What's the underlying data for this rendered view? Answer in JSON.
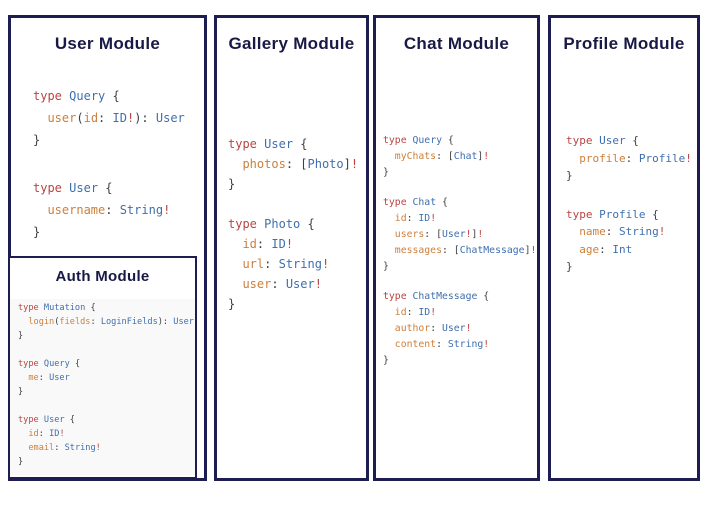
{
  "page": {
    "background": "#ffffff"
  },
  "colors": {
    "border": "#1d1d52",
    "heading": "#191946",
    "keyword": "#b94442",
    "type_name": "#3f6fae",
    "field": "#cd7f3a",
    "punct": "#3f3f3f",
    "auth_bg": "#f9f9f9"
  },
  "modules": {
    "user": {
      "title": "User Module",
      "groups": [
        [
          [
            [
              "type",
              "k"
            ],
            [
              " ",
              "p"
            ],
            [
              "Query",
              "t"
            ],
            [
              " {",
              "p"
            ]
          ],
          [
            [
              "  ",
              "p"
            ],
            [
              "user",
              "f"
            ],
            [
              "(",
              "p"
            ],
            [
              "id",
              "f"
            ],
            [
              ": ",
              "p"
            ],
            [
              "ID",
              "t"
            ],
            [
              "!",
              "k"
            ],
            [
              "): ",
              "p"
            ],
            [
              "User",
              "t"
            ]
          ],
          [
            [
              "}",
              "p"
            ]
          ]
        ],
        [
          [
            [
              "type",
              "k"
            ],
            [
              " ",
              "p"
            ],
            [
              "User",
              "t"
            ],
            [
              " {",
              "p"
            ]
          ],
          [
            [
              "  ",
              "p"
            ],
            [
              "username",
              "f"
            ],
            [
              ": ",
              "p"
            ],
            [
              "String",
              "t"
            ],
            [
              "!",
              "k"
            ]
          ],
          [
            [
              "}",
              "p"
            ]
          ]
        ]
      ],
      "auth": {
        "title": "Auth Module",
        "groups": [
          [
            [
              [
                "type",
                "k"
              ],
              [
                " ",
                "p"
              ],
              [
                "Mutation",
                "t"
              ],
              [
                " {",
                "p"
              ]
            ],
            [
              [
                "  ",
                "p"
              ],
              [
                "login",
                "f"
              ],
              [
                "(",
                "p"
              ],
              [
                "fields",
                "f"
              ],
              [
                ": ",
                "p"
              ],
              [
                "LoginFields",
                "t"
              ],
              [
                "): ",
                "p"
              ],
              [
                "User",
                "t"
              ]
            ],
            [
              [
                "}",
                "p"
              ]
            ]
          ],
          [
            [
              [
                "type",
                "k"
              ],
              [
                " ",
                "p"
              ],
              [
                "Query",
                "t"
              ],
              [
                " {",
                "p"
              ]
            ],
            [
              [
                "  ",
                "p"
              ],
              [
                "me",
                "f"
              ],
              [
                ": ",
                "p"
              ],
              [
                "User",
                "t"
              ]
            ],
            [
              [
                "}",
                "p"
              ]
            ]
          ],
          [
            [
              [
                "type",
                "k"
              ],
              [
                " ",
                "p"
              ],
              [
                "User",
                "t"
              ],
              [
                " {",
                "p"
              ]
            ],
            [
              [
                "  ",
                "p"
              ],
              [
                "id",
                "f"
              ],
              [
                ": ",
                "p"
              ],
              [
                "ID",
                "t"
              ],
              [
                "!",
                "k"
              ]
            ],
            [
              [
                "  ",
                "p"
              ],
              [
                "email",
                "f"
              ],
              [
                ": ",
                "p"
              ],
              [
                "String",
                "t"
              ],
              [
                "!",
                "k"
              ]
            ],
            [
              [
                "}",
                "p"
              ]
            ]
          ]
        ]
      }
    },
    "gallery": {
      "title": "Gallery Module",
      "groups": [
        [
          [
            [
              "type",
              "k"
            ],
            [
              " ",
              "p"
            ],
            [
              "User",
              "t"
            ],
            [
              " {",
              "p"
            ]
          ],
          [
            [
              "  ",
              "p"
            ],
            [
              "photos",
              "f"
            ],
            [
              ": [",
              "p"
            ],
            [
              "Photo",
              "t"
            ],
            [
              "]",
              "p"
            ],
            [
              "!",
              "k"
            ]
          ],
          [
            [
              "}",
              "p"
            ]
          ]
        ],
        [
          [
            [
              "type",
              "k"
            ],
            [
              " ",
              "p"
            ],
            [
              "Photo",
              "t"
            ],
            [
              " {",
              "p"
            ]
          ],
          [
            [
              "  ",
              "p"
            ],
            [
              "id",
              "f"
            ],
            [
              ": ",
              "p"
            ],
            [
              "ID",
              "t"
            ],
            [
              "!",
              "k"
            ]
          ],
          [
            [
              "  ",
              "p"
            ],
            [
              "url",
              "f"
            ],
            [
              ": ",
              "p"
            ],
            [
              "String",
              "t"
            ],
            [
              "!",
              "k"
            ]
          ],
          [
            [
              "  ",
              "p"
            ],
            [
              "user",
              "f"
            ],
            [
              ": ",
              "p"
            ],
            [
              "User",
              "t"
            ],
            [
              "!",
              "k"
            ]
          ],
          [
            [
              "}",
              "p"
            ]
          ]
        ]
      ]
    },
    "chat": {
      "title": "Chat Module",
      "groups": [
        [
          [
            [
              "type",
              "k"
            ],
            [
              " ",
              "p"
            ],
            [
              "Query",
              "t"
            ],
            [
              " {",
              "p"
            ]
          ],
          [
            [
              "  ",
              "p"
            ],
            [
              "myChats",
              "f"
            ],
            [
              ": [",
              "p"
            ],
            [
              "Chat",
              "t"
            ],
            [
              "]",
              "p"
            ],
            [
              "!",
              "k"
            ]
          ],
          [
            [
              "}",
              "p"
            ]
          ]
        ],
        [
          [
            [
              "type",
              "k"
            ],
            [
              " ",
              "p"
            ],
            [
              "Chat",
              "t"
            ],
            [
              " {",
              "p"
            ]
          ],
          [
            [
              "  ",
              "p"
            ],
            [
              "id",
              "f"
            ],
            [
              ": ",
              "p"
            ],
            [
              "ID",
              "t"
            ],
            [
              "!",
              "k"
            ]
          ],
          [
            [
              "  ",
              "p"
            ],
            [
              "users",
              "f"
            ],
            [
              ": [",
              "p"
            ],
            [
              "User",
              "t"
            ],
            [
              "!",
              "k"
            ],
            [
              "]",
              "p"
            ],
            [
              "!",
              "k"
            ]
          ],
          [
            [
              "  ",
              "p"
            ],
            [
              "messages",
              "f"
            ],
            [
              ": [",
              "p"
            ],
            [
              "ChatMessage",
              "t"
            ],
            [
              "]",
              "p"
            ],
            [
              "!",
              "k"
            ]
          ],
          [
            [
              "}",
              "p"
            ]
          ]
        ],
        [
          [
            [
              "type",
              "k"
            ],
            [
              " ",
              "p"
            ],
            [
              "ChatMessage",
              "t"
            ],
            [
              " {",
              "p"
            ]
          ],
          [
            [
              "  ",
              "p"
            ],
            [
              "id",
              "f"
            ],
            [
              ": ",
              "p"
            ],
            [
              "ID",
              "t"
            ],
            [
              "!",
              "k"
            ]
          ],
          [
            [
              "  ",
              "p"
            ],
            [
              "author",
              "f"
            ],
            [
              ": ",
              "p"
            ],
            [
              "User",
              "t"
            ],
            [
              "!",
              "k"
            ]
          ],
          [
            [
              "  ",
              "p"
            ],
            [
              "content",
              "f"
            ],
            [
              ": ",
              "p"
            ],
            [
              "String",
              "t"
            ],
            [
              "!",
              "k"
            ]
          ],
          [
            [
              "}",
              "p"
            ]
          ]
        ]
      ]
    },
    "profile": {
      "title": "Profile Module",
      "groups": [
        [
          [
            [
              "type",
              "k"
            ],
            [
              " ",
              "p"
            ],
            [
              "User",
              "t"
            ],
            [
              " {",
              "p"
            ]
          ],
          [
            [
              "  ",
              "p"
            ],
            [
              "profile",
              "f"
            ],
            [
              ": ",
              "p"
            ],
            [
              "Profile",
              "t"
            ],
            [
              "!",
              "k"
            ]
          ],
          [
            [
              "}",
              "p"
            ]
          ]
        ],
        [
          [
            [
              "type",
              "k"
            ],
            [
              " ",
              "p"
            ],
            [
              "Profile",
              "t"
            ],
            [
              " {",
              "p"
            ]
          ],
          [
            [
              "  ",
              "p"
            ],
            [
              "name",
              "f"
            ],
            [
              ": ",
              "p"
            ],
            [
              "String",
              "t"
            ],
            [
              "!",
              "k"
            ]
          ],
          [
            [
              "  ",
              "p"
            ],
            [
              "age",
              "f"
            ],
            [
              ": ",
              "p"
            ],
            [
              "Int",
              "t"
            ]
          ],
          [
            [
              "}",
              "p"
            ]
          ]
        ]
      ]
    }
  }
}
